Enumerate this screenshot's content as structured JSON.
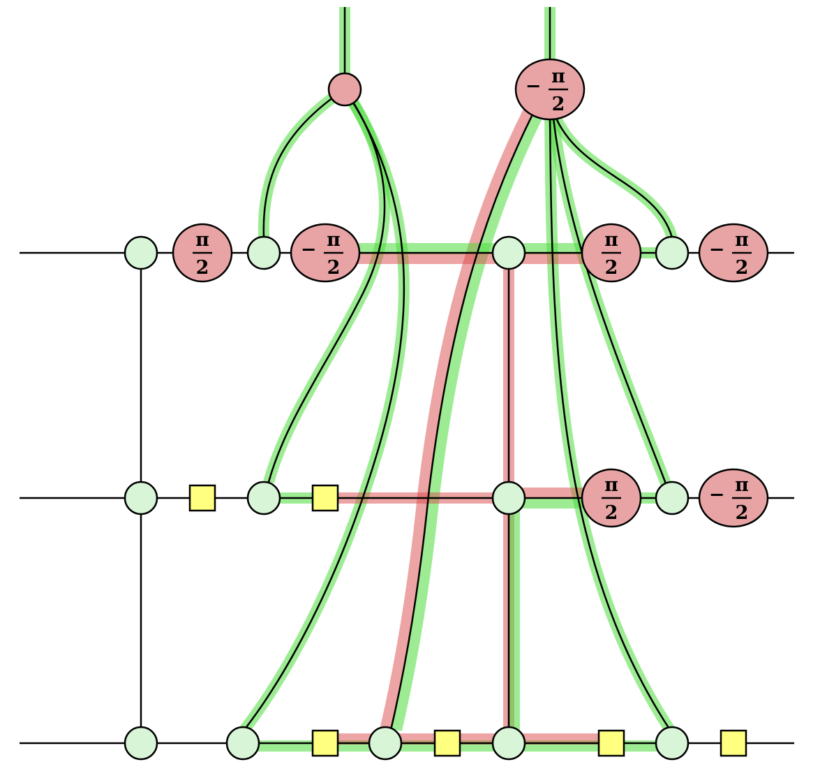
{
  "diagram": {
    "type": "zx-calculus",
    "phases": {
      "pos_half_pi": {
        "sign": "",
        "numerator": "π",
        "denominator": "2"
      },
      "neg_half_pi": {
        "sign": "−",
        "numerator": "π",
        "denominator": "2"
      }
    },
    "colors": {
      "z_spider": "#d8f5d8",
      "x_spider": "#e8a4a4",
      "hadamard": "#ffff80",
      "highlight_green": "#4ddc3c",
      "highlight_red": "#d94a4a"
    }
  }
}
